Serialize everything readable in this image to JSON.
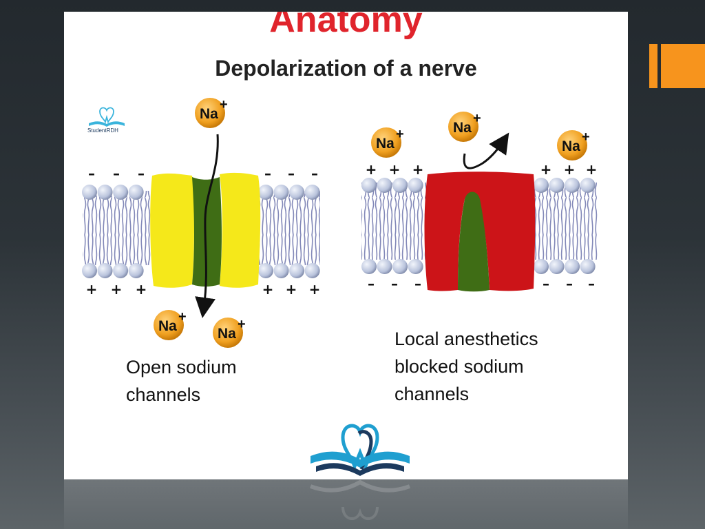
{
  "slide": {
    "accent_color": "#f7941d"
  },
  "figure": {
    "title": "Anatomy",
    "subtitle": "Depolarization of a nerve",
    "ion_label": "Na",
    "ion_charge": "+",
    "positive_charge": "+",
    "negative_charge": "–",
    "left_panel": {
      "caption_line1": "Open sodium",
      "caption_line2": "channels"
    },
    "right_panel": {
      "caption_line1": "Local anesthetics",
      "caption_line2": "blocked sodium",
      "caption_line3": "channels"
    },
    "logo": {
      "small_text": "StudentRDH",
      "icon": "tooth-book-logo-icon"
    },
    "colors": {
      "title": "#e0242c",
      "ion": "#f0a020",
      "open_channel": "#f5e81a",
      "blocked_channel": "#cc1418",
      "pore": "#3f6d15",
      "lipid_head": "#b9c3dc",
      "lipid_tail": "#8288b8"
    }
  }
}
